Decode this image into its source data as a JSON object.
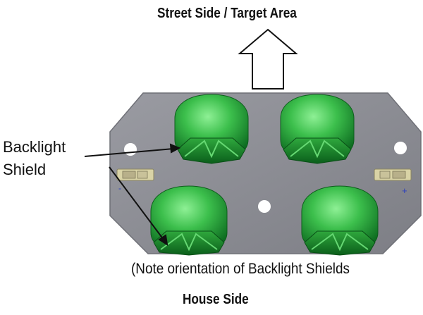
{
  "labels": {
    "street_side": "Street Side / Target Area",
    "house_side": "House Side",
    "note": "(Note orientation of Backlight Shields",
    "callout_line1": "Backlight",
    "callout_line2": "Shield",
    "polarity_left": "-",
    "polarity_right": "+"
  },
  "colors": {
    "board": "#8e8f96",
    "board_edge": "#6f7077",
    "lens_light": "#5fd06a",
    "lens_dark": "#0f7a25",
    "arrow_stroke": "#111111",
    "polarity": "#2a3fbf"
  }
}
